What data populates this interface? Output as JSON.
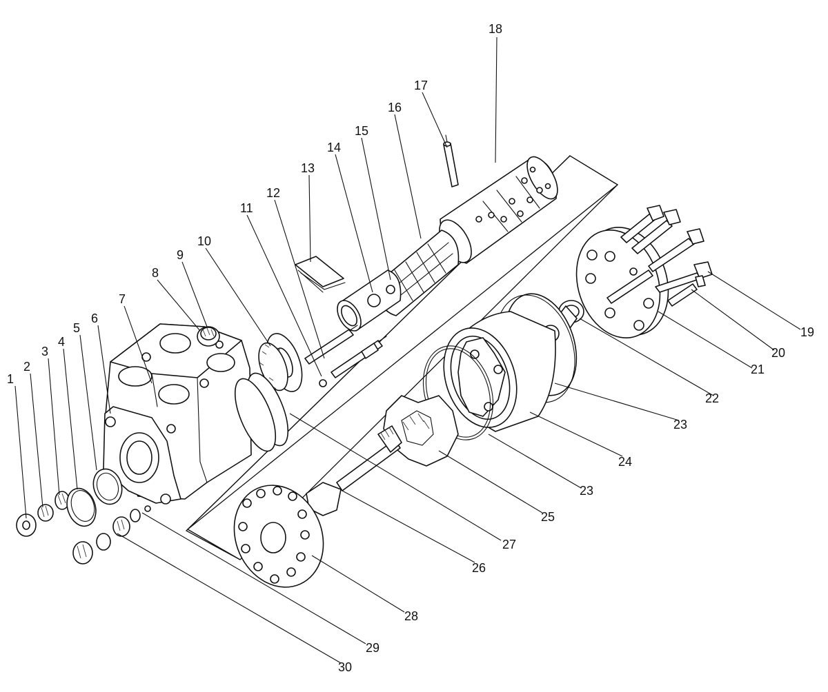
{
  "callouts": [
    {
      "id": "1",
      "label": "1"
    },
    {
      "id": "2",
      "label": "2"
    },
    {
      "id": "3",
      "label": "3"
    },
    {
      "id": "4",
      "label": "4"
    },
    {
      "id": "5",
      "label": "5"
    },
    {
      "id": "6",
      "label": "6"
    },
    {
      "id": "7",
      "label": "7"
    },
    {
      "id": "8",
      "label": "8"
    },
    {
      "id": "9",
      "label": "9"
    },
    {
      "id": "10",
      "label": "10"
    },
    {
      "id": "11",
      "label": "11"
    },
    {
      "id": "12",
      "label": "12"
    },
    {
      "id": "13",
      "label": "13"
    },
    {
      "id": "14",
      "label": "14"
    },
    {
      "id": "15",
      "label": "15"
    },
    {
      "id": "16",
      "label": "16"
    },
    {
      "id": "17",
      "label": "17"
    },
    {
      "id": "18",
      "label": "18"
    },
    {
      "id": "19",
      "label": "19"
    },
    {
      "id": "20",
      "label": "20"
    },
    {
      "id": "21",
      "label": "21"
    },
    {
      "id": "22",
      "label": "22"
    },
    {
      "id": "23a",
      "label": "23"
    },
    {
      "id": "23b",
      "label": "23"
    },
    {
      "id": "24",
      "label": "24"
    },
    {
      "id": "25",
      "label": "25"
    },
    {
      "id": "26",
      "label": "26"
    },
    {
      "id": "27",
      "label": "27"
    },
    {
      "id": "28",
      "label": "28"
    },
    {
      "id": "29",
      "label": "29"
    },
    {
      "id": "30",
      "label": "30"
    }
  ],
  "colors": {
    "ink": "#111111",
    "paper": "#ffffff"
  }
}
